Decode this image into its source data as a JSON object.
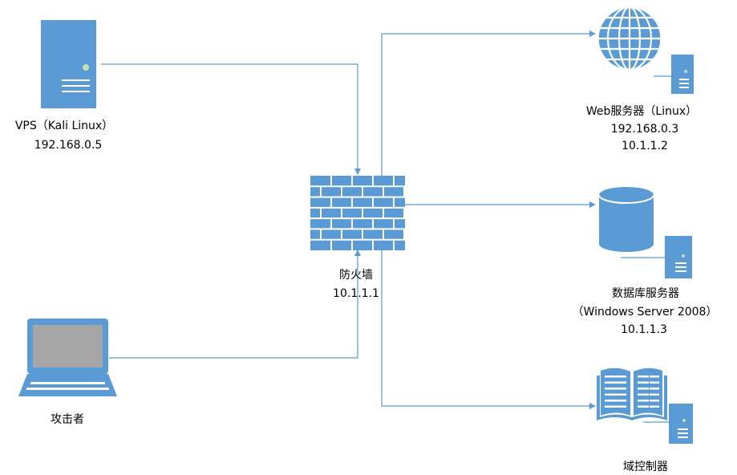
{
  "colors": {
    "icon_fill": "#5b9bd5",
    "icon_dark": "#41719c",
    "connector": "#5b9bd5",
    "screen": "#a6a6a6",
    "led": "#c5e0b4"
  },
  "nodes": {
    "vps": {
      "icon": "server-tower-icon",
      "name": "VPS（Kali Linux）",
      "ip": "192.168.0.5"
    },
    "firewall": {
      "icon": "firewall-brick-icon",
      "name": "防火墙",
      "ip": "10.1.1.1"
    },
    "attacker": {
      "icon": "laptop-icon",
      "name": "攻击者"
    },
    "web": {
      "icon": "globe-server-icon",
      "name": "Web服务器（Linux）",
      "ip1": "192.168.0.3",
      "ip2": "10.1.1.2"
    },
    "db": {
      "icon": "database-server-icon",
      "name": "数据库服务器",
      "os": "（Windows Server 2008）",
      "ip": "10.1.1.3"
    },
    "dc": {
      "icon": "directory-server-icon",
      "name": "域控制器"
    }
  },
  "connections": [
    {
      "from": "vps",
      "to": "firewall"
    },
    {
      "from": "attacker",
      "to": "firewall"
    },
    {
      "from": "firewall",
      "to": "web"
    },
    {
      "from": "firewall",
      "to": "db"
    },
    {
      "from": "firewall",
      "to": "dc"
    }
  ]
}
